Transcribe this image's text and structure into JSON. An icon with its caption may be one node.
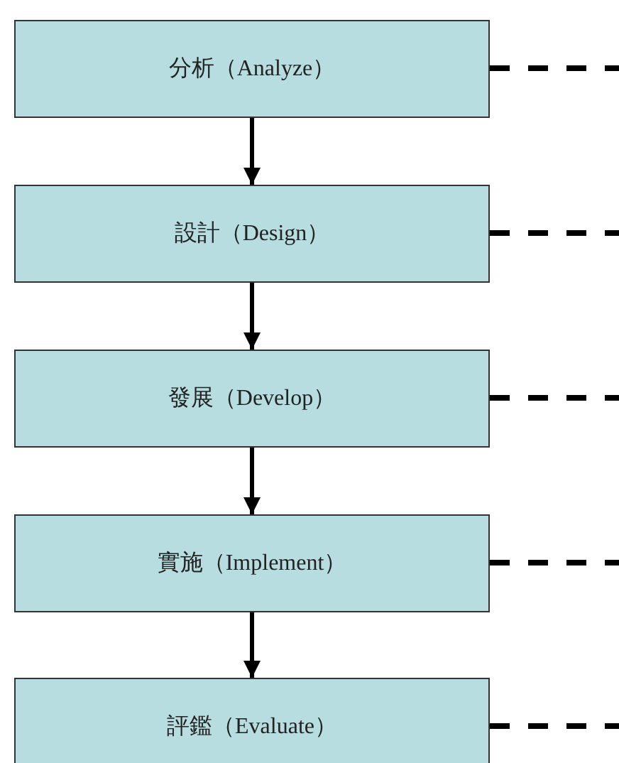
{
  "diagram": {
    "nodes": [
      {
        "text": [
          "分析（Analyze）"
        ]
      },
      {
        "text": [
          "設計（Design）"
        ]
      },
      {
        "text": [
          "發展（Develop）"
        ]
      },
      {
        "text": [
          "實施（Implement）"
        ]
      },
      {
        "text": [
          "評鑑（Evaluate）"
        ]
      }
    ],
    "edges": [
      {
        "from": 0,
        "to": 1,
        "arrow": "to"
      },
      {
        "from": 1,
        "to": 2,
        "arrow": "to"
      },
      {
        "from": 2,
        "to": 3,
        "arrow": "to"
      },
      {
        "from": 3,
        "to": 4,
        "arrow": "to"
      },
      {
        "from": 0,
        "to": null,
        "arrow": "none",
        "style": "dashed"
      },
      {
        "from": 1,
        "to": null,
        "arrow": "none",
        "style": "dashed"
      },
      {
        "from": 2,
        "to": null,
        "arrow": "none",
        "style": "dashed"
      },
      {
        "from": 3,
        "to": null,
        "arrow": "none",
        "style": "dashed"
      },
      {
        "from": 4,
        "to": null,
        "arrow": "none",
        "style": "dashed"
      }
    ]
  }
}
